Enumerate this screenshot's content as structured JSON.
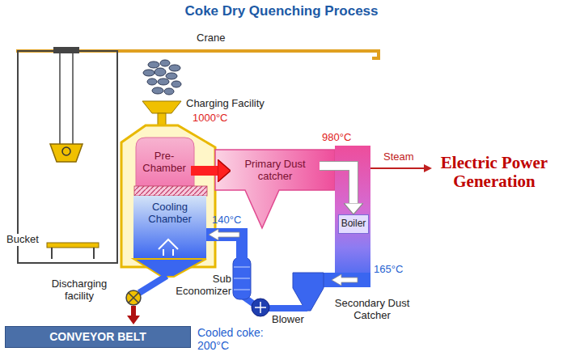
{
  "diagram": {
    "title": "Coke Dry Quenching Process",
    "nodes": [
      {
        "text": [
          "Pre-Chamber"
        ]
      },
      {
        "text": [
          "Primary Dust catcher"
        ]
      },
      {
        "text": [
          "Boiler"
        ]
      },
      {
        "text": [
          "Cooling Chamber"
        ]
      },
      {
        "text": [
          "CONVEYOR BELT"
        ]
      }
    ],
    "edges": [
      {
        "from": 0,
        "to": 1,
        "arrow": "to"
      },
      {
        "from": 1,
        "to": 2,
        "arrow": "to"
      }
    ],
    "labels": [
      "Crane",
      "Charging Facility",
      "1000°C",
      "980°C",
      "Steam",
      "Electric Power Generation",
      "140°C",
      "165°C",
      "Bucket",
      "Discharging facility",
      "Sub Economizer",
      "Secondary Dust Catcher",
      "Blower",
      "Cooled coke: 200°C"
    ]
  }
}
